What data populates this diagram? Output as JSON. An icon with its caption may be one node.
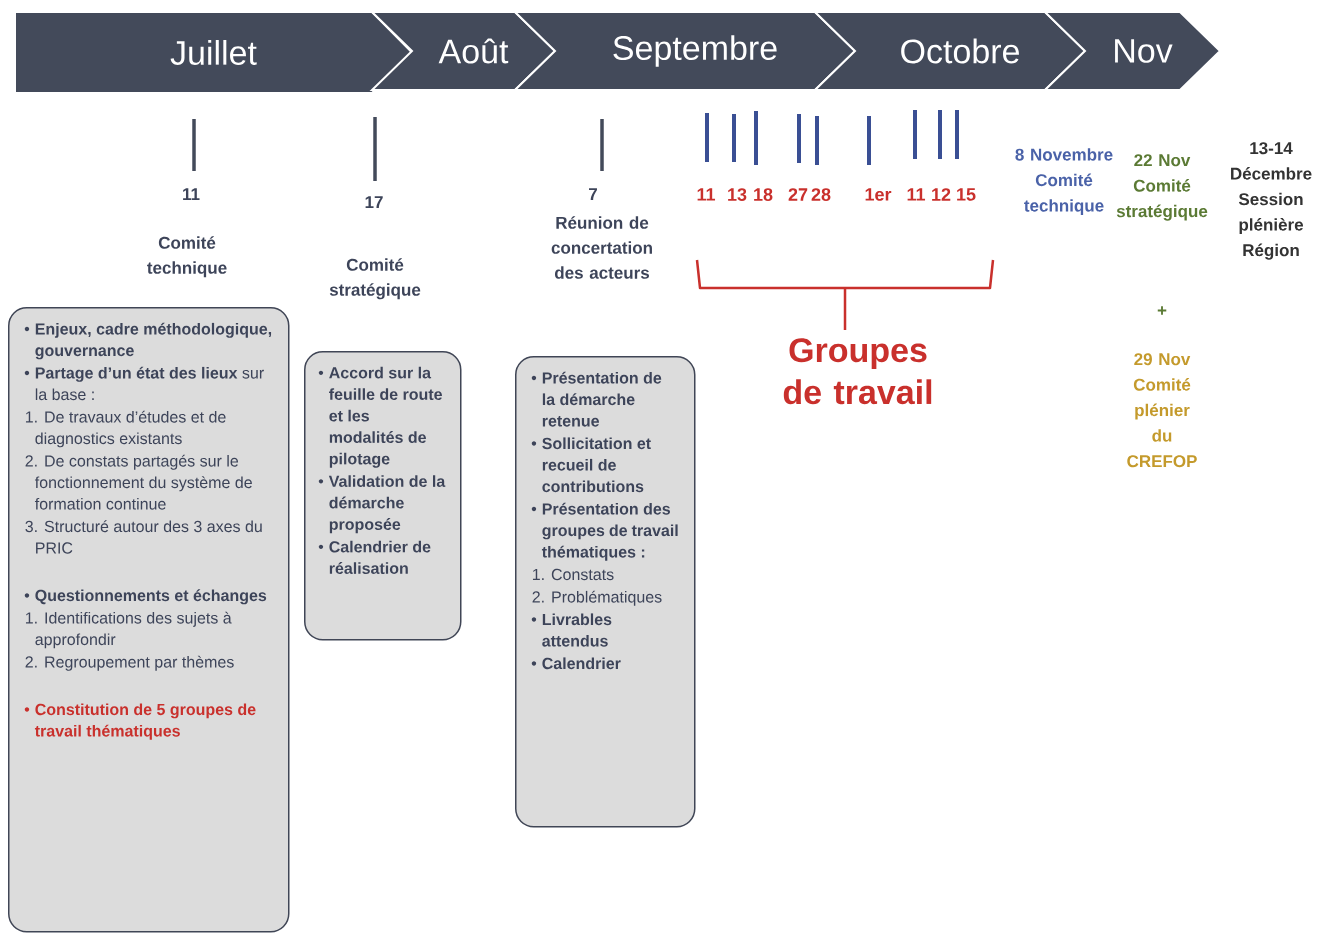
{
  "diagram": {
    "nodes": [
      {
        "text": [
          "Juillet"
        ]
      },
      {
        "text": [
          "Août"
        ]
      },
      {
        "text": [
          "Septembre"
        ]
      },
      {
        "text": [
          "Octobre"
        ]
      },
      {
        "text": [
          "Nov"
        ]
      },
      {
        "text": [
          "Enjeux, cadre méthodologique, gouvernance",
          "**Partage d’un état des lieux** sur la base :",
          "1. De travaux d’études et de diagnostics existants",
          "2. De constats partagés sur le fonctionnement du système de formation continue",
          "3. Structuré autour des 3 axes du PRIC",
          "Questionnements et échanges",
          "1. Identifications des sujets à approfondir",
          "2. Regroupement par thèmes",
          "Constitution de 5 groupes de travail thématiques"
        ]
      },
      {
        "text": [
          "Accord sur la feuille de route et les modalités de pilotage",
          "Validation de la démarche proposée",
          "Calendrier de réalisation"
        ]
      },
      {
        "text": [
          "Présentation de la démarche retenue",
          "Sollicitation et recueil de contributions",
          "Présentation des groupes de travail thématiques :",
          "1. Constats",
          "2. Problématiques",
          "Livrables attendus",
          "Calendrier"
        ]
      }
    ],
    "labels": [
      "11",
      "Comité technique",
      "17",
      "Comité stratégique",
      "7",
      "Réunion de concertation des acteurs",
      "11",
      "13",
      "18",
      "27",
      "28",
      "1er",
      "11",
      "12",
      "15",
      "Groupes de travail",
      "8 Novembre Comité technique",
      "22 Nov Comité stratégique",
      "+",
      "29 Nov Comité plénier du CREFOP",
      "13-14 Décembre Session plénière Région"
    ]
  }
}
